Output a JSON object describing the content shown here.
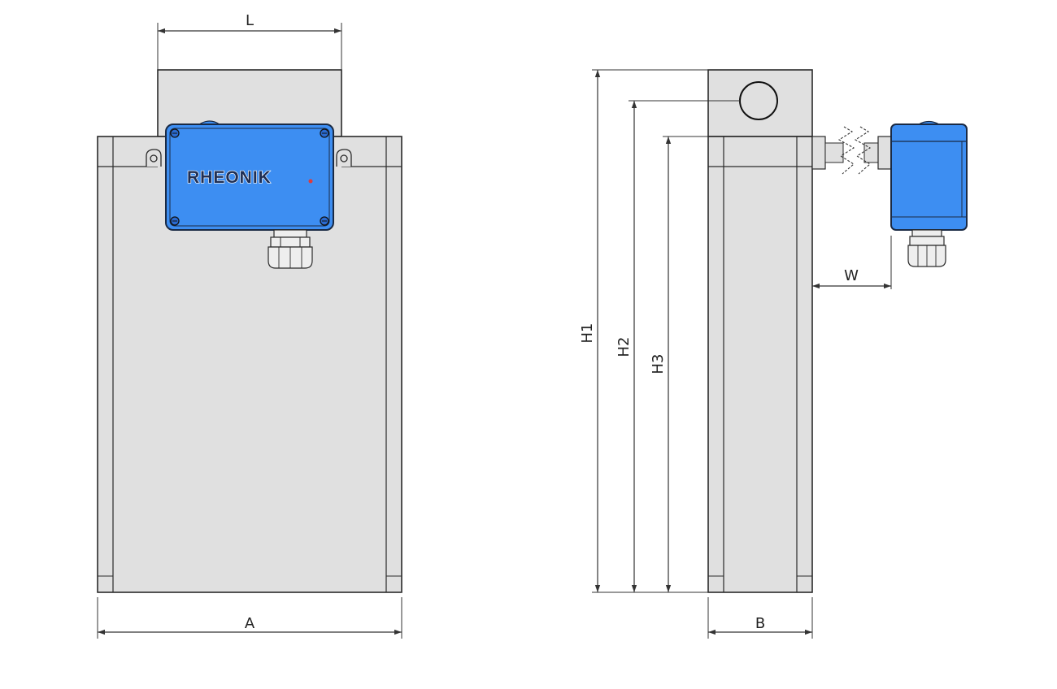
{
  "brand": {
    "logo_text": "RHEONIK",
    "logo_dot_color": "#e03a3a"
  },
  "colors": {
    "housing_fill": "#e0e0e0",
    "housing_stroke": "#2a2a2a",
    "junction_box": "#3d8ef2",
    "dimension_line": "#333333"
  },
  "front_view": {
    "dimensions": {
      "top_width": "L",
      "overall_width": "A"
    }
  },
  "side_view": {
    "dimensions": {
      "height_1": "H1",
      "height_2": "H2",
      "height_3": "H3",
      "depth": "B",
      "offset_w": "W"
    }
  }
}
